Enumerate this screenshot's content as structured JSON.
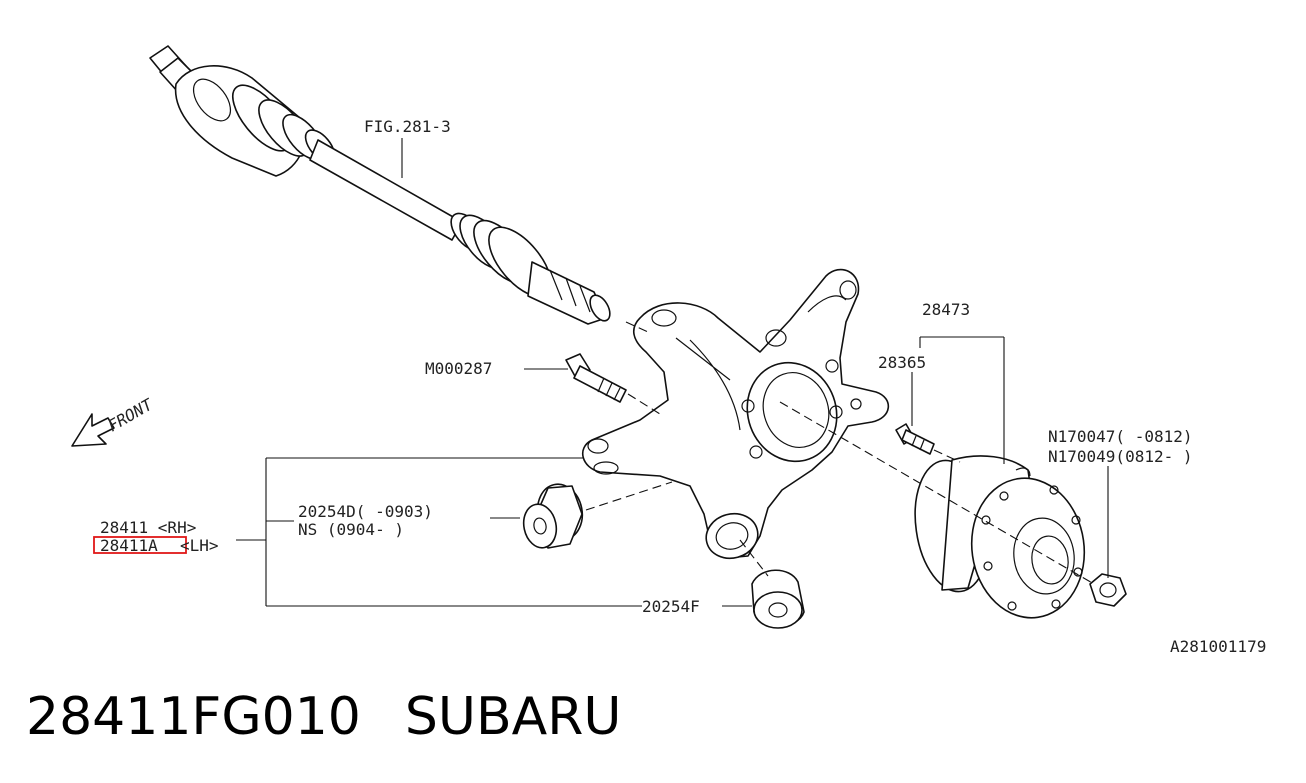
{
  "diagram": {
    "labels": {
      "fig_ref": "FIG.281-3",
      "bolt": "M000287",
      "front": "FRONT",
      "hub_assy": "28473",
      "hub_bolt": "28365",
      "nut_a": "N170047( -0812)",
      "nut_b": "N170049(0812- )",
      "housing_rh": "28411 <RH>",
      "housing_lh_part": "28411A",
      "housing_lh_suffix": "<LH>",
      "bushing_a": "20254D( -0903)",
      "bushing_b": "NS (0904- )",
      "bushing_f": "20254F",
      "drawing_id": "A281001179"
    },
    "highlight_color": "#e01818"
  },
  "footer": {
    "part_number": "28411FG010",
    "brand": "SUBARU"
  }
}
